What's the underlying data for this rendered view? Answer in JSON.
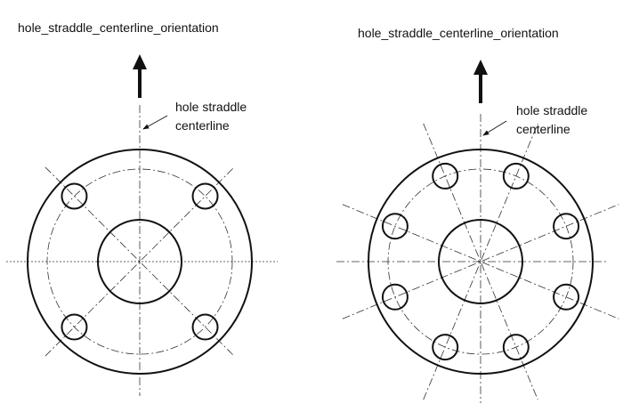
{
  "left": {
    "title": "hole_straddle_centerline_orientation",
    "label_line1": "hole straddle",
    "label_line2": "centerline",
    "hole_count": 4
  },
  "right": {
    "title": "hole_straddle_centerline_orientation",
    "label_line1": "hole straddle",
    "label_line2": "centerline",
    "hole_count": 8
  }
}
